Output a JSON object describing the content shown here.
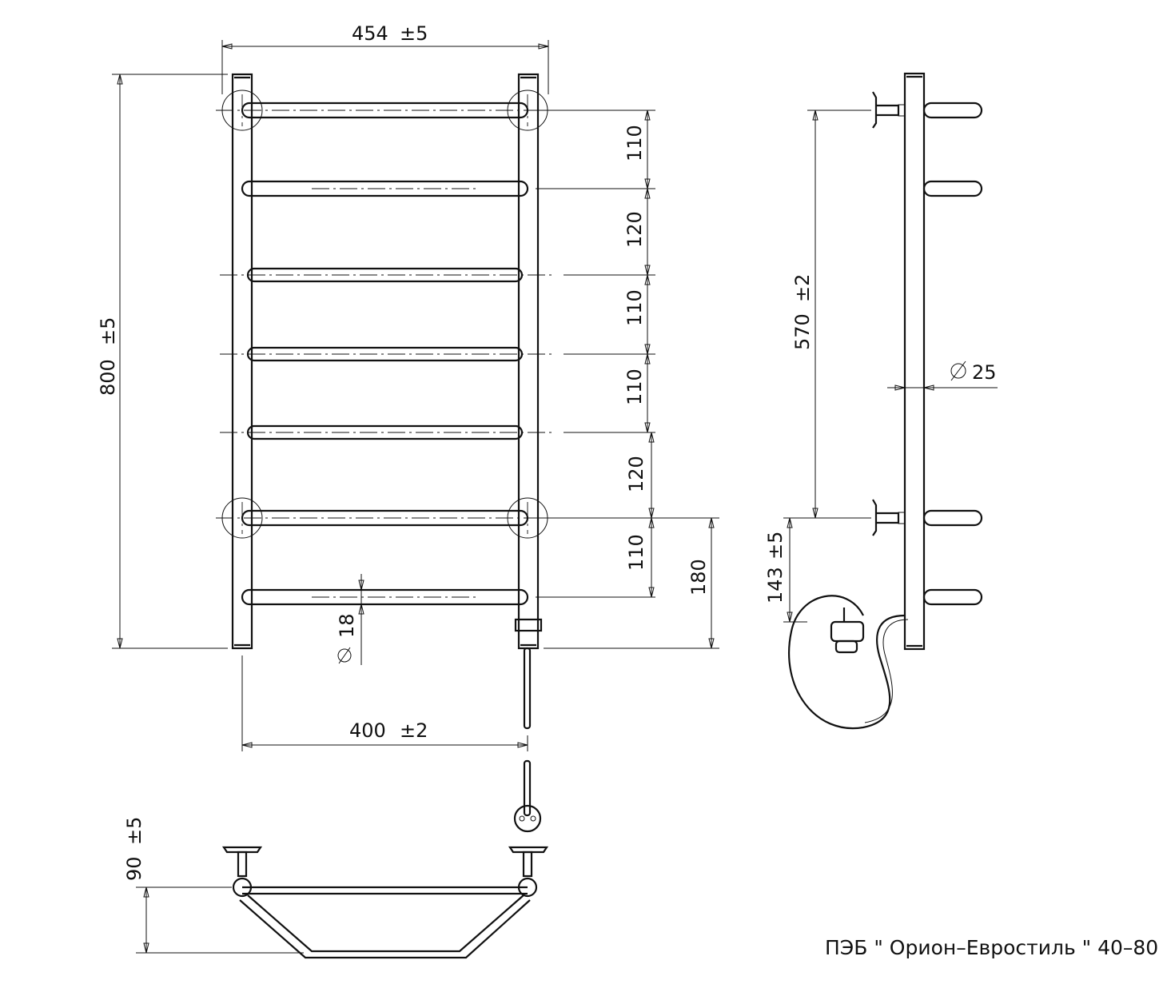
{
  "product_title": "ПЭБ \" Орион–Евростиль \" 40–80",
  "colors": {
    "ink": "#111111",
    "background": "#ffffff"
  },
  "dimensions": {
    "overall_width": "454",
    "overall_width_tol": "±5",
    "overall_height": "800",
    "overall_height_tol": "±5",
    "center_distance": "400",
    "center_distance_tol": "±2",
    "rung_spacing": [
      "110",
      "120",
      "110",
      "110",
      "120",
      "110"
    ],
    "bottom_offset": "180",
    "rung_diameter": "18",
    "side_mount_distance": "570",
    "side_mount_distance_tol": "±2",
    "pipe_diameter": "25",
    "cable_offset": "143",
    "cable_offset_tol": "±5",
    "wall_depth": "90",
    "wall_depth_tol": "±5"
  }
}
